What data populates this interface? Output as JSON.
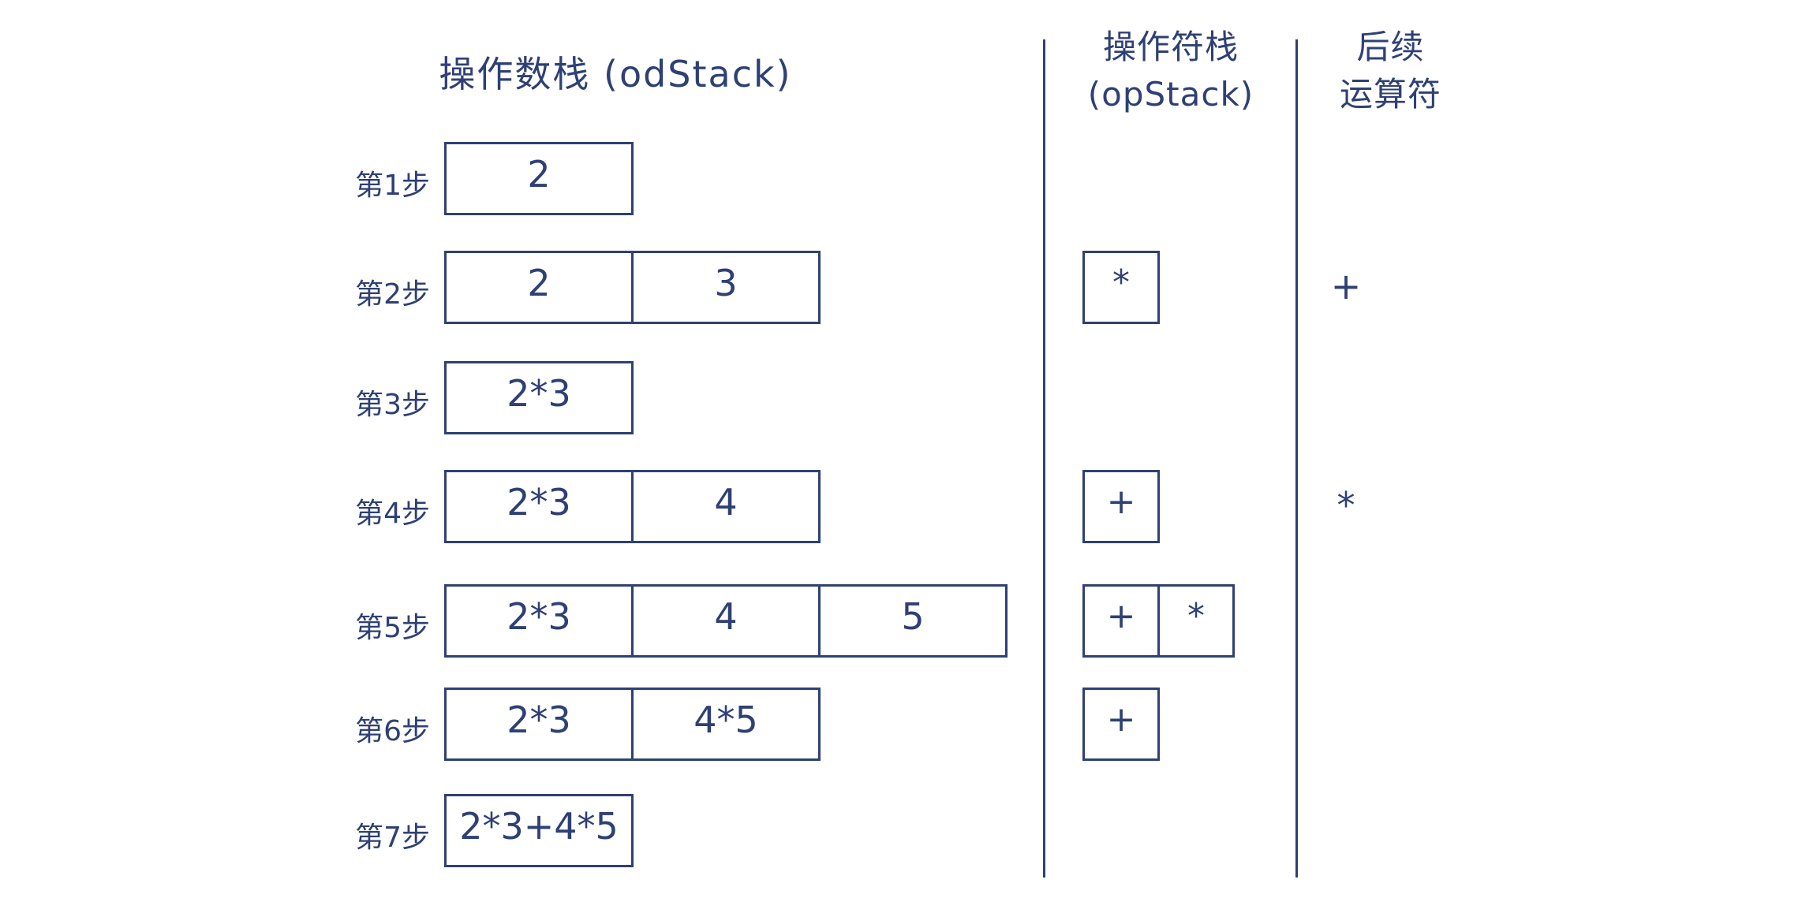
{
  "ink_color": "#2e4074",
  "headers": {
    "odstack_title": "操作数栈 (odStack)",
    "opstack_title_line1": "操作符栈",
    "opstack_title_line2": "(opStack)",
    "next_title_line1": "后续",
    "next_title_line2": "运算符"
  },
  "expression_steps": [
    {
      "label": "第1步",
      "odstack": [
        "2"
      ],
      "opstack": [],
      "next_operator": ""
    },
    {
      "label": "第2步",
      "odstack": [
        "2",
        "3"
      ],
      "opstack": [
        "*"
      ],
      "next_operator": "+"
    },
    {
      "label": "第3步",
      "odstack": [
        "2*3"
      ],
      "opstack": [],
      "next_operator": ""
    },
    {
      "label": "第4步",
      "odstack": [
        "2*3",
        "4"
      ],
      "opstack": [
        "+"
      ],
      "next_operator": "*"
    },
    {
      "label": "第5步",
      "odstack": [
        "2*3",
        "4",
        "5"
      ],
      "opstack": [
        "+",
        "*"
      ],
      "next_operator": ""
    },
    {
      "label": "第6步",
      "odstack": [
        "2*3",
        "4*5"
      ],
      "opstack": [
        "+"
      ],
      "next_operator": ""
    },
    {
      "label": "第7步",
      "odstack": [
        "2*3+4*5"
      ],
      "opstack": [],
      "next_operator": ""
    }
  ]
}
